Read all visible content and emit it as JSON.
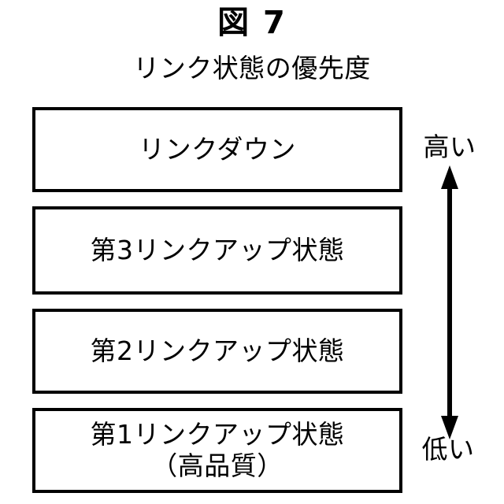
{
  "figure": {
    "title": "図 7",
    "subtitle": "リンク状態の優先度"
  },
  "boxes": [
    {
      "label": "リンクダウン",
      "sublabel": ""
    },
    {
      "label": "第3リンクアップ状態",
      "sublabel": ""
    },
    {
      "label": "第2リンクアップ状態",
      "sublabel": ""
    },
    {
      "label": "第1リンクアップ状態",
      "sublabel": "（高品質）"
    }
  ],
  "scale": {
    "high_label": "高い",
    "low_label": "低い",
    "arrow_icon": "double-headed-vertical-arrow",
    "color": "#000000"
  },
  "colors": {
    "background": "#ffffff",
    "ink": "#000000",
    "border": "#000000"
  }
}
